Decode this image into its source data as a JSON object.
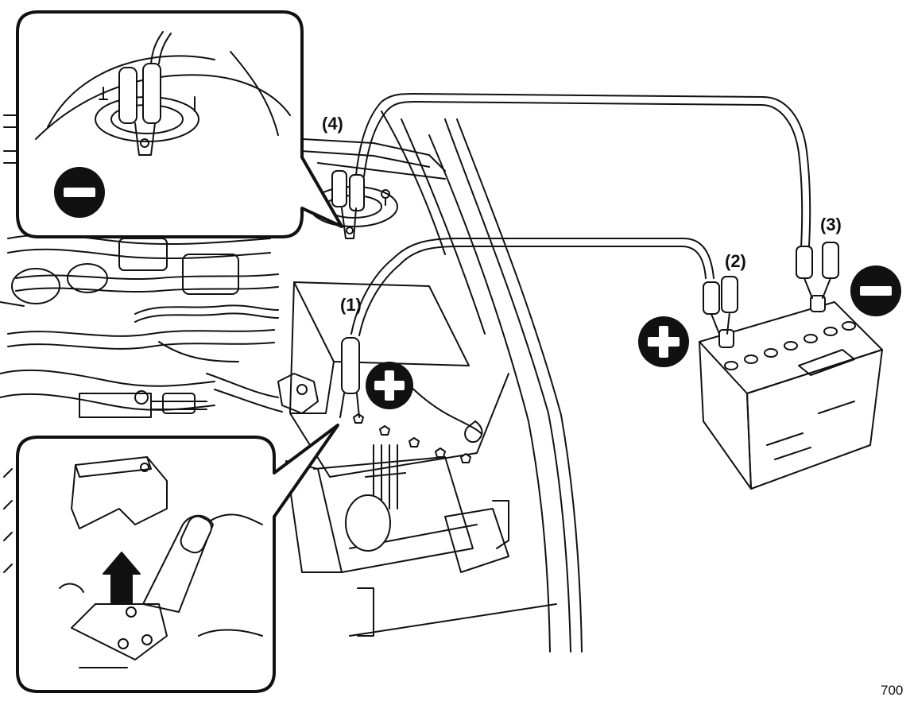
{
  "callouts": {
    "label_1": "(1)",
    "label_2": "(2)",
    "label_3": "(3)",
    "label_4": "(4)"
  },
  "figure_id": "700",
  "symbols": {
    "positive": "positive-terminal-icon",
    "negative": "negative-terminal-icon"
  },
  "colors": {
    "line": "#111111",
    "fill": "#ffffff",
    "badge": "#111111"
  }
}
